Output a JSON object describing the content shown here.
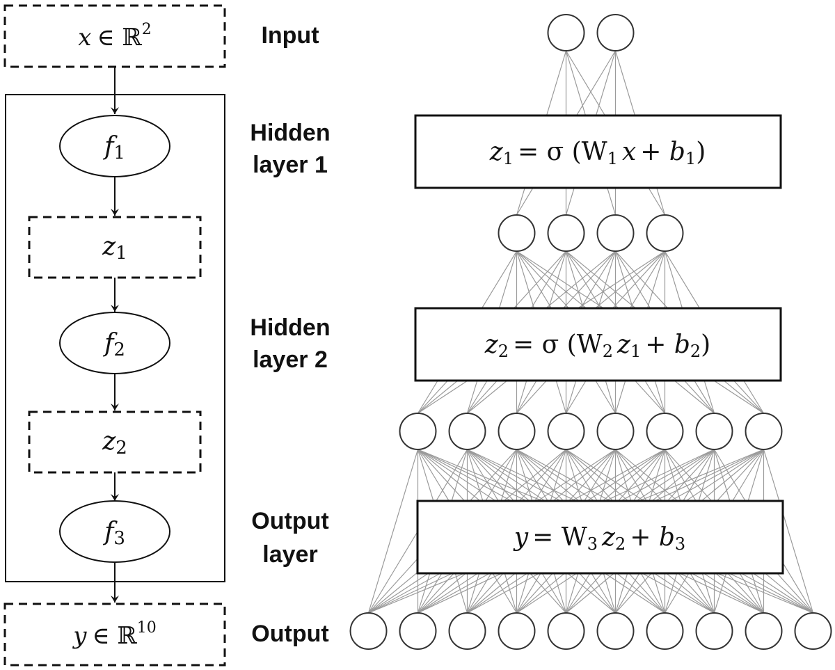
{
  "left_flow": {
    "input_box": {
      "var": "x",
      "set": "∈ ℝ",
      "sup": "2"
    },
    "steps": [
      {
        "type": "function",
        "name": "f",
        "sub": "1"
      },
      {
        "type": "variable",
        "name": "z",
        "sub": "1"
      },
      {
        "type": "function",
        "name": "f",
        "sub": "2"
      },
      {
        "type": "variable",
        "name": "z",
        "sub": "2"
      },
      {
        "type": "function",
        "name": "f",
        "sub": "3"
      }
    ],
    "output_box": {
      "var": "y",
      "set": "∈ ℝ",
      "sup": "10"
    }
  },
  "labels": {
    "input": "Input",
    "hidden1_line1": "Hidden",
    "hidden1_line2": "layer 1",
    "hidden2_line1": "Hidden",
    "hidden2_line2": "layer 2",
    "output_layer_line1": "Output",
    "output_layer_line2": "layer",
    "output": "Output"
  },
  "network": {
    "layer_sizes": [
      2,
      4,
      8,
      10
    ],
    "equations": [
      {
        "lhs": "z",
        "lhs_sub": "1",
        "text": "= σ (W",
        "w_sub": "1",
        "arg": "x",
        "arg_sub": "",
        "b_sub": "1",
        "activation": true
      },
      {
        "lhs": "z",
        "lhs_sub": "2",
        "text": "= σ (W",
        "w_sub": "2",
        "arg": "z",
        "arg_sub": "1",
        "b_sub": "2",
        "activation": true
      },
      {
        "lhs": "y",
        "lhs_sub": "",
        "text": "= W",
        "w_sub": "3",
        "arg": "z",
        "arg_sub": "2",
        "b_sub": "3",
        "activation": false
      }
    ]
  }
}
